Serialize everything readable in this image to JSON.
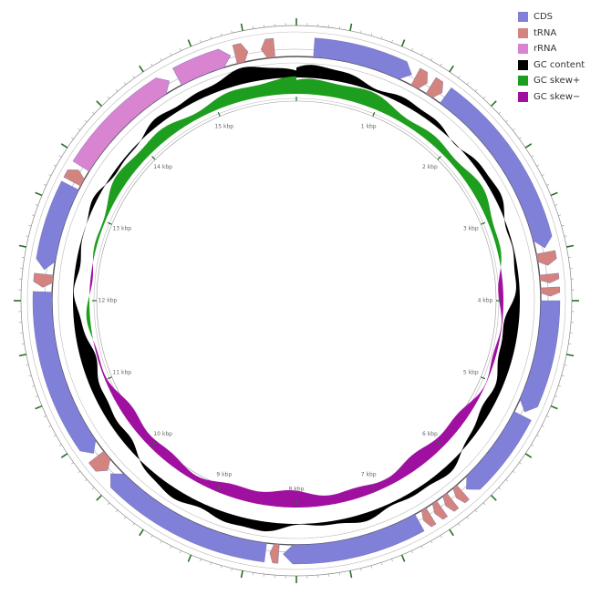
{
  "legend": {
    "items": [
      {
        "label": "CDS",
        "color": "#8080d8"
      },
      {
        "label": "tRNA",
        "color": "#d4847e"
      },
      {
        "label": "rRNA",
        "color": "#d884d0"
      },
      {
        "label": "GC content",
        "color": "#000000"
      },
      {
        "label": "GC skew+",
        "color": "#1e9e1e"
      },
      {
        "label": "GC skew−",
        "color": "#a010a0"
      }
    ]
  },
  "genome": {
    "length_kbp": 16,
    "tick_labels": [
      "1 kbp",
      "2 kbp",
      "3 kbp",
      "4 kbp",
      "5 kbp",
      "6 kbp",
      "7 kbp",
      "8 kbp",
      "9 kbp",
      "10 kbp",
      "11 kbp",
      "12 kbp",
      "13 kbp",
      "14 kbp",
      "15 kbp"
    ]
  },
  "features": [
    {
      "type": "CDS",
      "start_deg": 4,
      "end_deg": 27,
      "strand": "+"
    },
    {
      "type": "tRNA",
      "start_deg": 28,
      "end_deg": 31,
      "strand": "+"
    },
    {
      "type": "tRNA",
      "start_deg": 32,
      "end_deg": 35,
      "strand": "+"
    },
    {
      "type": "CDS",
      "start_deg": 36,
      "end_deg": 78,
      "strand": "+"
    },
    {
      "type": "tRNA",
      "start_deg": 79,
      "end_deg": 82,
      "strand": "+"
    },
    {
      "type": "tRNA",
      "start_deg": 84,
      "end_deg": 86,
      "strand": "+"
    },
    {
      "type": "tRNA",
      "start_deg": 87,
      "end_deg": 89,
      "strand": "+"
    },
    {
      "type": "CDS",
      "start_deg": 90,
      "end_deg": 116,
      "strand": "+"
    },
    {
      "type": "CDS",
      "start_deg": 117,
      "end_deg": 138,
      "strand": "+"
    },
    {
      "type": "tRNA",
      "start_deg": 139,
      "end_deg": 141,
      "strand": "+"
    },
    {
      "type": "tRNA",
      "start_deg": 142,
      "end_deg": 144,
      "strand": "+"
    },
    {
      "type": "tRNA",
      "start_deg": 145,
      "end_deg": 147,
      "strand": "+"
    },
    {
      "type": "tRNA",
      "start_deg": 148,
      "end_deg": 150,
      "strand": "+"
    },
    {
      "type": "CDS",
      "start_deg": 151,
      "end_deg": 183,
      "strand": "+"
    },
    {
      "type": "tRNA",
      "start_deg": 184,
      "end_deg": 186,
      "strand": "+"
    },
    {
      "type": "CDS",
      "start_deg": 187,
      "end_deg": 227,
      "strand": "+"
    },
    {
      "type": "tRNA",
      "start_deg": 228,
      "end_deg": 232,
      "strand": "-"
    },
    {
      "type": "CDS",
      "start_deg": 233,
      "end_deg": 272,
      "strand": "-"
    },
    {
      "type": "tRNA",
      "start_deg": 273,
      "end_deg": 276,
      "strand": "-"
    },
    {
      "type": "CDS",
      "start_deg": 277,
      "end_deg": 297,
      "strand": "-"
    },
    {
      "type": "tRNA",
      "start_deg": 298,
      "end_deg": 301,
      "strand": "+"
    },
    {
      "type": "rRNA",
      "start_deg": 302,
      "end_deg": 330,
      "strand": "+"
    },
    {
      "type": "rRNA",
      "start_deg": 332,
      "end_deg": 345,
      "strand": "+"
    },
    {
      "type": "tRNA",
      "start_deg": 346,
      "end_deg": 349,
      "strand": "+"
    },
    {
      "type": "tRNA",
      "start_deg": 352,
      "end_deg": 355,
      "strand": "-"
    }
  ]
}
